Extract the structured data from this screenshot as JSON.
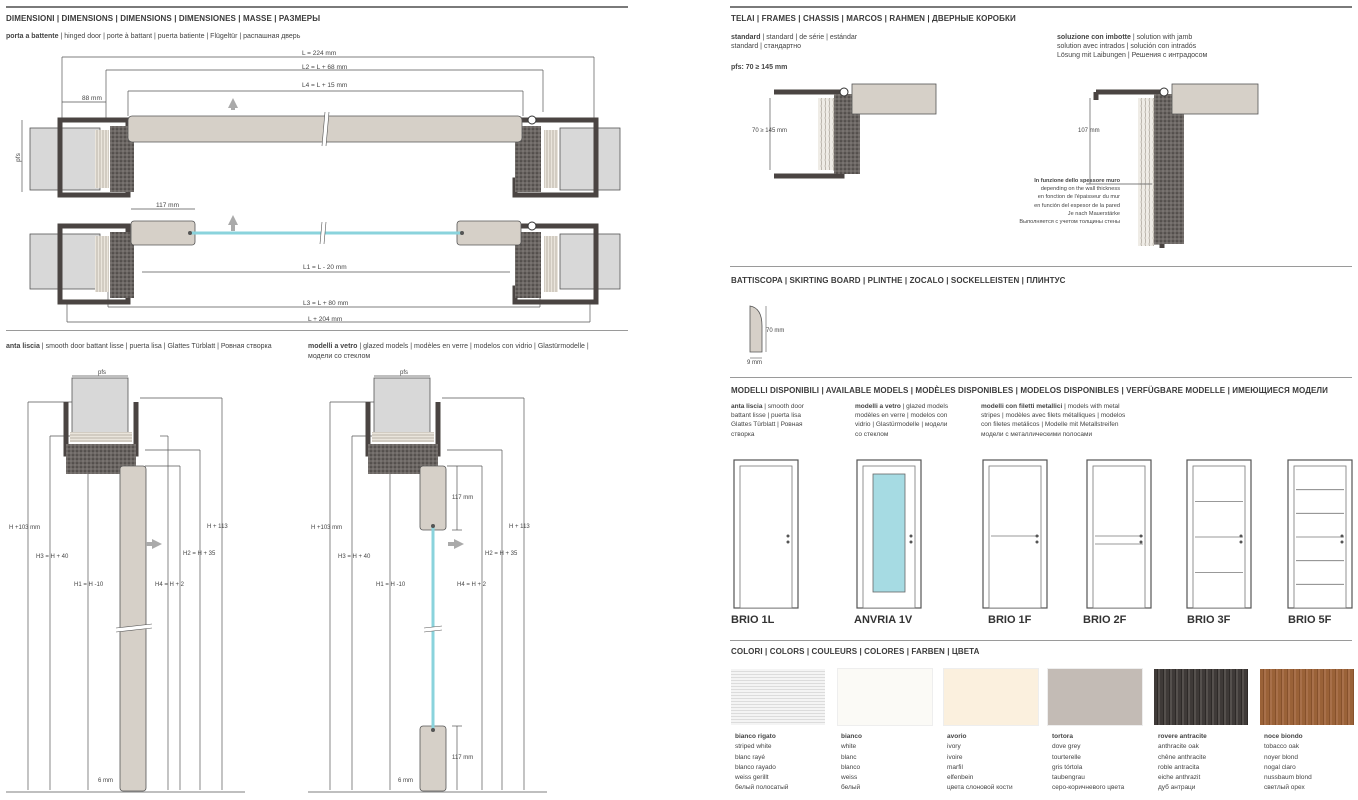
{
  "left": {
    "dim_header": "DIMENSIONI | DIMENSIONS | DIMENSIONS | DIMENSIONES | MASSE | РАЗМЕРЫ",
    "hinged_title": "porta a battente",
    "hinged_rest": " | hinged door | porte à battant | puerta batiente | Flügeltür | распашная дверь",
    "dims_top": {
      "L": "L = 224 mm",
      "L2": "L2 = L + 68 mm",
      "L4": "L4 = L + 15 mm",
      "w88": "88 mm",
      "pfs": "pfs"
    },
    "dims_mid": {
      "w117": "117 mm",
      "L1": "L1 = L - 20 mm",
      "L3": "L3 = L + 80 mm",
      "L_bottom": "L + 204 mm"
    },
    "smooth_title": "anta liscia",
    "smooth_rest": " | smooth door battant lisse | puerta lisa | Glattes Türblatt | Ровная створка",
    "glazed_title": "modelli a vetro",
    "glazed_rest": " | glazed models | modèles en verre | modelos con vidrio | Glastürmodelle |",
    "glazed_rest2": "модели со стеклом",
    "section_labels": {
      "pfs": "pfs",
      "h103": "H +103 mm",
      "h3": "H3 = H + 40",
      "h1": "H1 = H -10",
      "h4": "H4 = H + 2",
      "h2": "H2 = H + 35",
      "h113": "H + 113",
      "mm6": "6 mm",
      "mm117": "117 mm"
    }
  },
  "right": {
    "frames_header": "TELAI | FRAMES | CHASSIS | MARCOS | RAHMEN | ДВЕРНЫЕ КОРОБКИ",
    "standard_title": "standard",
    "standard_rest": " | standard | de série | estándar",
    "standard_line2": "standard | стандартно",
    "pfs_range": "pfs: 70 ≥ 145 mm",
    "std_dim": "70 ≥ 145 mm",
    "jamb_title": "soluzione con imbotte",
    "jamb_rest": " | solution with jamb",
    "jamb_line2": "solution avec intrados | solución con intradós",
    "jamb_line3": "Lösung mit Laibungen | Решения с интрадосом",
    "jamb_dim": "107 mm",
    "wall_note": [
      "In funzione dello spessore muro",
      "depending on the wall thickness",
      "en fonction de l'épaisseur du mur",
      "en función del espesor de la pared",
      "Je nach Mauerstärke",
      "Выполняется с учетом толщины стены"
    ],
    "skirting_header": "BATTISCOPA | SKIRTING BOARD | PLINTHE | ZOCALO | SOCKELLEISTEN | ПЛИНТУС",
    "skirting_h": "70 mm",
    "skirting_w": "9 mm",
    "models_header": "MODELLI DISPONIBILI | AVAILABLE MODELS | MODÈLES DISPONIBLES | MODELOS DISPONIBLES | VERFÜGBARE MODELLE | ИМЕЮЩИЕСЯ МОДЕЛИ",
    "model_desc": [
      {
        "title": "anta liscia",
        "lines": [
          " | smooth door",
          "battant lisse | puerta lisa",
          "Glattes Türblatt | Ровная",
          "створка"
        ]
      },
      {
        "title": "modelli a vetro",
        "lines": [
          " | glazed models",
          "modèles en verre | modelos con",
          "vidrio | Glastürmodelle | модели",
          "со стеклом"
        ]
      },
      {
        "title": "modelli con filetti metallici",
        "lines": [
          " | models with metal",
          "stripes | modèles avec filets métalliques | modelos",
          "con filetes metálicos | Modelle mit Metallstreifen",
          "модели с металлическими полосами"
        ]
      }
    ],
    "models": [
      {
        "name": "BRIO 1L",
        "stripes": 0,
        "glass": false
      },
      {
        "name": "ANVRIA 1V",
        "stripes": 0,
        "glass": true
      },
      {
        "name": "BRIO 1F",
        "stripes": 1,
        "glass": false
      },
      {
        "name": "BRIO 2F",
        "stripes": 2,
        "glass": false
      },
      {
        "name": "BRIO 3F",
        "stripes": 3,
        "glass": false
      },
      {
        "name": "BRIO 5F",
        "stripes": 5,
        "glass": false
      }
    ],
    "colors_header": "COLORI | COLORS | COULEURS | COLORES | FARBEN | ЦВЕТА",
    "colors": [
      {
        "name": "bianco rigato",
        "color": "#eeeeee",
        "lines": [
          "striped white",
          "blanc rayé",
          "blanco rayado",
          "weiss gerillt",
          "белый полосатый"
        ]
      },
      {
        "name": "bianco",
        "color": "#fbfaf6",
        "lines": [
          "white",
          "blanc",
          "blanco",
          "weiss",
          "белый"
        ]
      },
      {
        "name": "avorio",
        "color": "#fbf0de",
        "lines": [
          "ivory",
          "ivoire",
          "marfil",
          "elfenbein",
          "цвета слоновой кости"
        ]
      },
      {
        "name": "tortora",
        "color": "#c3bbb5",
        "lines": [
          "dove grey",
          "tourterelle",
          "gris tórtola",
          "taubengrau",
          "серо-коричневого цвета"
        ]
      },
      {
        "name": "rovere antracite",
        "color": "#3f3a38",
        "lines": [
          "anthracite oak",
          "chêne anthracite",
          "roble antracita",
          "eiche anthrazit",
          "дуб антраци"
        ]
      },
      {
        "name": "noce biondo",
        "color": "#9a6238",
        "lines": [
          "tobacco oak",
          "noyer blond",
          "nogal claro",
          "nussbaum blond",
          "светлый орех"
        ]
      }
    ]
  }
}
